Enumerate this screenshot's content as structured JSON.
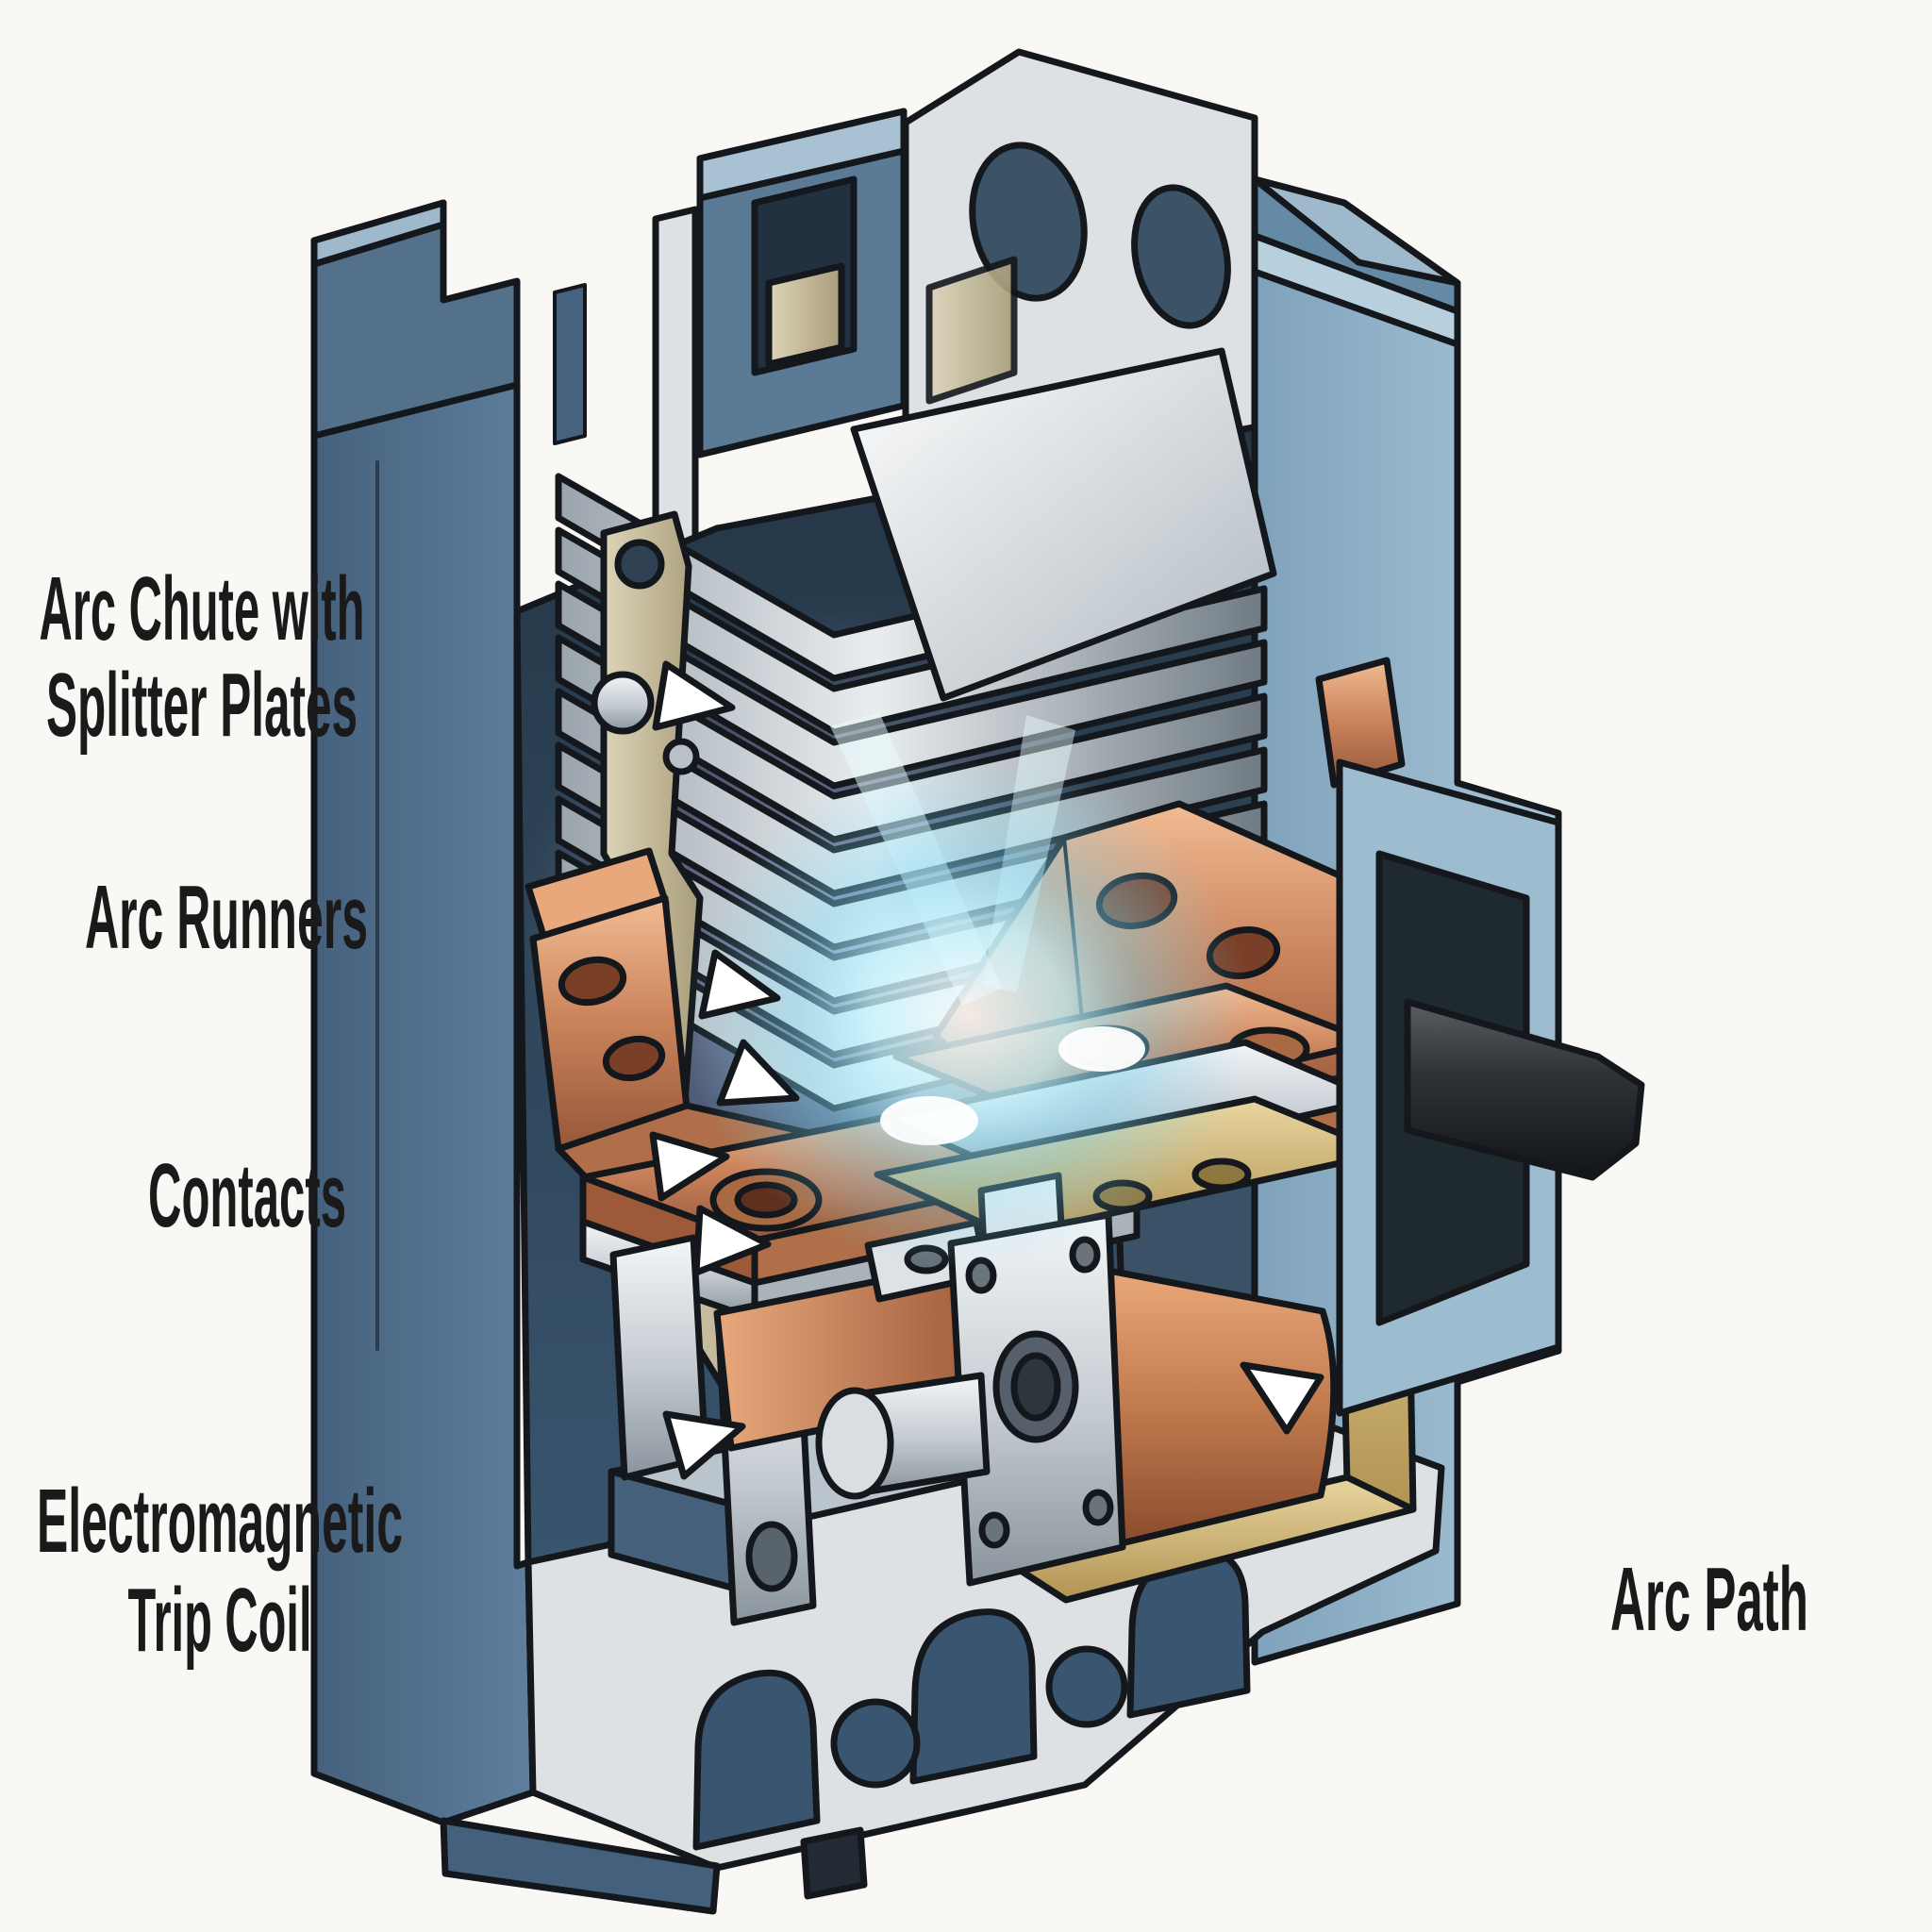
{
  "figure": {
    "kind": "cutaway technical illustration",
    "subject": "molded-case circuit breaker arc interruption components",
    "background": "#faf8f5"
  },
  "labels": {
    "arc_chute": {
      "line1": "Arc Chute with",
      "line2": "Splitter Plates"
    },
    "arc_runners": {
      "text": "Arc Runners"
    },
    "contacts": {
      "text": "Contacts"
    },
    "trip_coil": {
      "line1": "Electromagnetic",
      "line2": "Trip Coil"
    },
    "arc_path": {
      "text": "Arc Path"
    }
  },
  "colors": {
    "label_text": "#1a1a1a",
    "outline": "#14181c",
    "housing_blue": "#56748f",
    "housing_blue_light": "#a9c2d3",
    "housing_blue_dark": "#33495e",
    "interior_dark": "#2c3f52",
    "hatch_fill": "#dde1e3",
    "copper": "#c9825a",
    "copper_light": "#f0b991",
    "coil_copper": "#c07a4e",
    "silver": "#c6cdd3",
    "brass": "#d2bc82",
    "tan": "#cdc4a4",
    "handle_black": "#26292c",
    "arc_core": "#ffffff",
    "arc_glow": "#8fe5f8"
  },
  "components": [
    "arc chute with splitter plates",
    "arc runners",
    "contacts",
    "electromagnetic trip coil",
    "arc path",
    "toggle handle",
    "operating mechanism",
    "molded case housing"
  ]
}
